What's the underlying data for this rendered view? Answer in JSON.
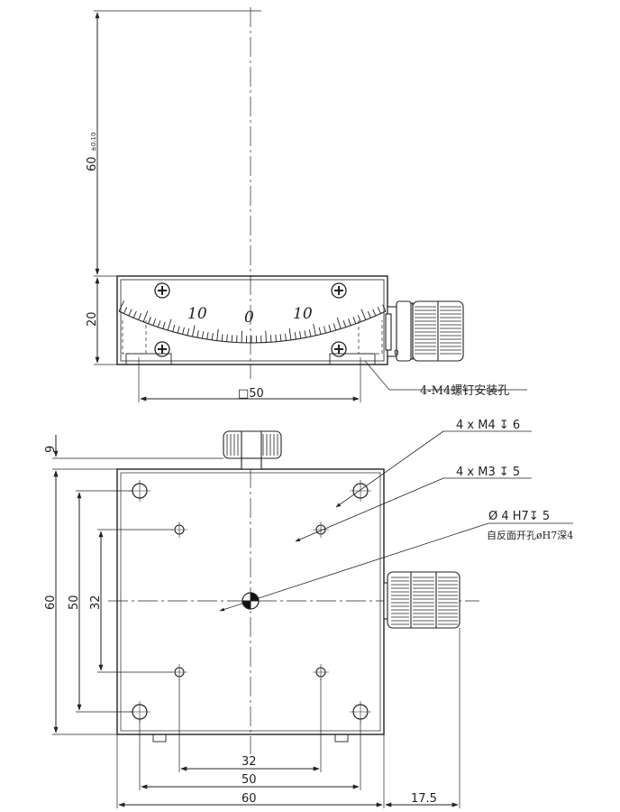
{
  "front_view": {
    "height_dim": "60",
    "height_tol": "±0.10",
    "body_height_dim": "20",
    "square_dim": "□50",
    "scale_label_left": "10",
    "scale_label_center": "0",
    "scale_label_right": "10",
    "knob_zero": "0",
    "mount_hole_note": "4-M4螺钉安装孔"
  },
  "top_view": {
    "knob_gap_dim": "9",
    "overall_height_dim": "60",
    "hole_span_dim": "50",
    "inner_span_dim": "32",
    "bottom_dim_32": "32",
    "bottom_dim_50": "50",
    "bottom_dim_60": "60",
    "knob_offset_dim": "17.5",
    "callout_m4": "4 x  M4 ↧ 6",
    "callout_m3": "4 x  M3 ↧ 5",
    "callout_pin": "Ø  4 H7↧ 5",
    "callout_pin_note": "自反面开孔øH7深4"
  }
}
